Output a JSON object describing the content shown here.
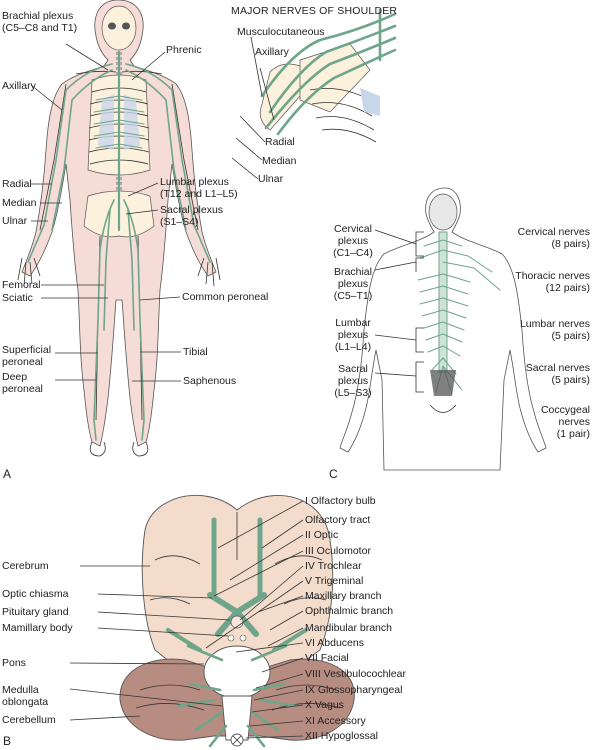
{
  "panel_a": {
    "letter": "A",
    "labels": {
      "brachial_plexus": "Brachial plexus",
      "brachial_plexus_roots": "(C5–C8 and T1)",
      "phrenic": "Phrenic",
      "axillary": "Axillary",
      "radial": "Radial",
      "median": "Median",
      "ulnar": "Ulnar",
      "lumbar_plexus": "Lumbar plexus",
      "lumbar_plexus_roots": "(T12 and L1–L5)",
      "sacral_plexus": "Sacral plexus",
      "sacral_plexus_roots": "(S1–S4)",
      "femoral": "Femoral",
      "sciatic": "Sciatic",
      "common_peroneal": "Common peroneal",
      "superficial_peroneal_1": "Superficial",
      "superficial_peroneal_2": "peroneal",
      "tibial": "Tibial",
      "deep_peroneal_1": "Deep",
      "deep_peroneal_2": "peroneal",
      "saphenous": "Saphenous"
    }
  },
  "shoulder_inset": {
    "title": "MAJOR NERVES OF SHOULDER",
    "labels": {
      "musculocutaneous": "Musculocutaneous",
      "axillary": "Axillary",
      "radial": "Radial",
      "median": "Median",
      "ulnar": "Ulnar"
    }
  },
  "panel_c": {
    "letter": "C",
    "left_labels": {
      "cervical_1": "Cervical",
      "cervical_2": "plexus",
      "cervical_3": "(C1–C4)",
      "brachial_1": "Brachial",
      "brachial_2": "plexus",
      "brachial_3": "(C5–T1)",
      "lumbar_1": "Lumbar",
      "lumbar_2": "plexus",
      "lumbar_3": "(L1–L4)",
      "sacral_1": "Sacral",
      "sacral_2": "plexus",
      "sacral_3": "(L5–S3)"
    },
    "right_labels": {
      "cervical_nerves": "Cervical nerves",
      "cervical_pairs": "(8 pairs)",
      "thoracic_nerves": "Thoracic nerves",
      "thoracic_pairs": "(12 pairs)",
      "lumbar_nerves": "Lumbar nerves",
      "lumbar_pairs": "(5 pairs)",
      "sacral_nerves": "Sacral nerves",
      "sacral_pairs": "(5 pairs)",
      "coccygeal_1": "Coccygeal",
      "coccygeal_2": "nerves",
      "coccygeal_3": "(1 pair)"
    }
  },
  "panel_b": {
    "letter": "B",
    "left_labels": {
      "cerebrum": "Cerebrum",
      "optic_chiasma": "Optic chiasma",
      "pituitary_gland": "Pituitary gland",
      "mamillary_body": "Mamillary body",
      "pons": "Pons",
      "medulla_1": "Medulla",
      "medulla_2": "oblongata",
      "cerebellum": "Cerebellum"
    },
    "right_labels": {
      "olfactory_bulb": "I Olfactory bulb",
      "olfactory_tract": "Olfactory tract",
      "optic": "II Optic",
      "oculomotor": "III Oculomotor",
      "trochlear": "IV Trochlear",
      "trigeminal": "V Trigeminal",
      "maxillary": "Maxillary branch",
      "ophthalmic": "Ophthalmic branch",
      "mandibular": "Mandibular branch",
      "abducens": "VI Abducens",
      "facial": "VII Facial",
      "vestibulocochlear": "VIII Vestibulocochlear",
      "glossopharyngeal": "IX Glossopharyngeal",
      "vagus": "X Vagus",
      "accessory": "XI Accessory",
      "hypoglossal": "XII Hypoglossal"
    }
  },
  "colors": {
    "nerve": "#6fa58a",
    "skin": "#f6dcd6",
    "bone": "#fbf1dc",
    "cerebrum": "#f3dccb",
    "cerebellum": "#b78d82",
    "lung": "#c8d6ea"
  }
}
